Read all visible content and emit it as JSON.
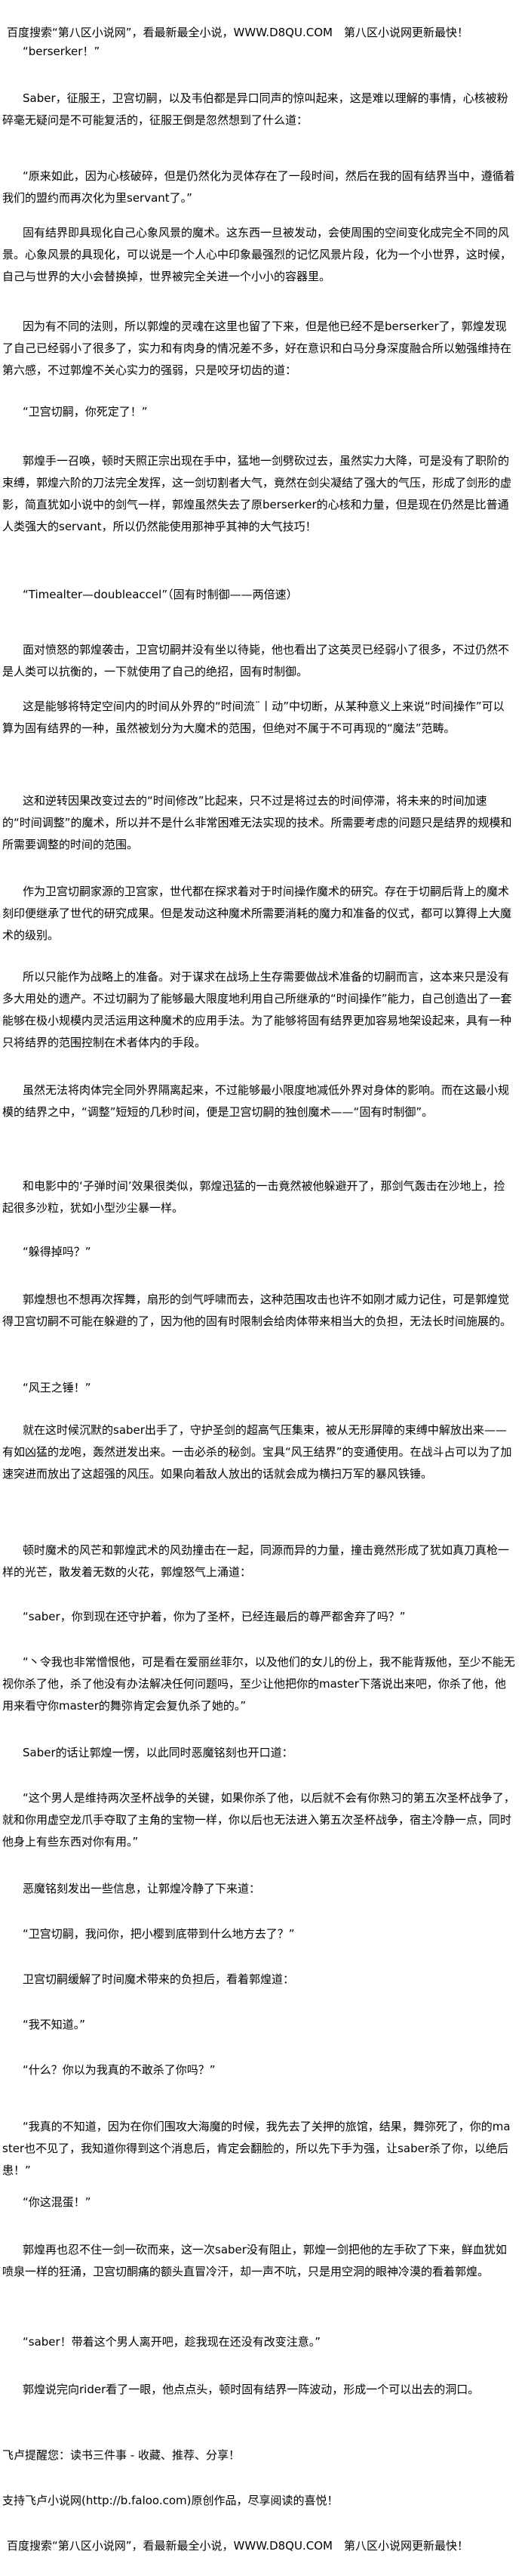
{
  "banner_top": "百度搜索“第八区小说网”，看最新最全小说，WWW.D8QU.COM　第八区小说网更新最快！",
  "paragraphs": [
    "“berserker！”",
    "Saber，征服王，卫宫切嗣，以及韦伯都是异口同声的惊叫起来，这是难以理解的事情，心核被粉碎毫无疑问是不可能复活的，征服王倒是忽然想到了什么道：",
    "“原来如此，因为心核破碎，但是仍然化为灵体存在了一段时间，然后在我的固有结界当中，遵循着我们的盟约而再次化为里servant了。”",
    "固有结界即具现化自己心象风景的魔术。这东西一旦被发动，会使周围的空间变化成完全不同的风景。心象风景的具现化，可以说是一个人心中印象最强烈的记忆风景片段，化为一个小世界，这时候，自己与世界的大小会替换掉，世界被完全关进一个小小的容器里。",
    "因为有不同的法则，所以郭煌的灵魂在这里也留了下来，但是他已经不是berserker了，郭煌发现了自己已经弱小了很多了，实力和有肉身的情况差不多，好在意识和白马分身深度融合所以勉强维持在第六感，不过郭煌不关心实力的强弱，只是咬牙切齿的道：",
    "“卫宫切嗣，你死定了！”",
    "郭煌手一召唤，顿时天照正宗出现在手中，猛地一剑劈砍过去，虽然实力大降，可是没有了职阶的束缚，郭煌六阶的刀法完全发挥，这一剑切割者大气，竟然在剑尖凝结了强大的气压，形成了剑形的虚影，简直犹如小说中的剑气一样，郭煌虽然失去了原berserker的心核和力量，但是现在仍然是比普通人类强大的servant，所以仍然能使用那神乎其神的大气技巧！",
    "“Timealter—doubleaccel”（固有时制御——两倍速）",
    "面对愤怒的郭煌袭击，卫宫切嗣并没有坐以待毙，他也看出了这英灵已经弱小了很多，不过仍然不是人类可以抗衡的，一下就使用了自己的绝招，固有时制御。",
    "这是能够将特定空间内的时间从外界的“时间流¨丨动”中切断，从某种意义上来说“时间操作”可以算为固有结界的一种，虽然被划分为大魔术的范围，但绝对不属于不可再现的“魔法”范畴。",
    "这和逆转因果改变过去的“时间修改”比起来，只不过是将过去的时间停滞，将未来的时间加速的“时间调整”的魔术，所以并不是什么非常困难无法实现的技术。所需要考虑的问题只是结界的规模和所需要调整的时间的范围。",
    "作为卫宫切嗣家源的卫宫家，世代都在探求着对于时间操作魔术的研究。存在于切嗣后背上的魔术刻印便继承了世代的研究成果。但是发动这种魔术所需要消耗的魔力和准备的仪式，都可以算得上大魔术的级别。",
    "所以只能作为战略上的准备。对于谋求在战场上生存需要做战术准备的切嗣而言，这本来只是没有多大用处的遗产。不过切嗣为了能够最大限度地利用自己所继承的“时间操作”能力，自己创造出了一套能够在极小规模内灵活运用这种魔术的应用手法。为了能够将固有结界更加容易地架设起来，具有一种只将结界的范围控制在术者体内的手段。",
    "虽然无法将肉体完全同外界隔离起来，不过能够最小限度地减低外界对身体的影响。而在这最小规模的结界之中，“调整”短短的几秒时间，便是卫宫切嗣的独创魔术——“固有时制御”。",
    "和电影中的‘子弹时间’效果很类似，郭煌迅猛的一击竟然被他躲避开了，那剑气轰击在沙地上，捡起很多沙粒，犹如小型沙尘暴一样。",
    "“躲得掉吗？”",
    "郭煌想也不想再次挥舞，扇形的剑气呼啸而去，这种范围攻击也许不如刚才威力记住，可是郭煌觉得卫宫切嗣不可能在躲避的了，因为他的固有时限制会给肉体带来相当大的负担，无法长时间施展的。",
    "“风王之锤！”",
    "就在这时候沉默的saber出手了，守护圣剑的超高气压集束，被从无形屏障的束缚中解放出来——有如凶猛的龙咆，轰然迸发出来。一击必杀的秘剑。宝具“风王结界”的变通使用。在战斗占可以为了加速突进而放出了这超强的风压。如果向着敌人放出的话就会成为横扫万军的暴风铁锤。",
    "顿时魔术的风芒和郭煌武术的风劲撞击在一起，同源而异的力量，撞击竟然形成了犹如真刀真枪一样的光芒，散发着无数的火花，郭煌怒气上涌道：",
    "“saber，你到现在还守护着，你为了圣杯，已经连最后的尊严都舍弃了吗？”",
    "“丶令我也非常憎恨他，可是看在爱丽丝菲尔，以及他们的女儿的份上，我不能背叛他，至少不能无视你杀了他，杀了他没有办法解决任何问题吗，至少让他把你的master下落说出来吧，你杀了他，他用来看守你master的舞弥肯定会复仇杀了她的。”",
    "Saber的话让郭煌一愣，以此同时恶魔铭刻也开口道：",
    "“这个男人是维持两次圣杯战争的关键，如果你杀了他，以后就不会有你熟习的第五次圣杯战争了，就和你用虚空龙爪手夺取了主角的宝物一样，你以后也无法进入第五次圣杯战争，宿主冷静一点，同时他身上有些东西对你有用。”",
    "恶魔铭刻发出一些信息，让郭煌冷静了下来道：",
    "“卫宫切嗣，我问你，把小樱到底带到什么地方去了？”",
    "卫宫切嗣缓解了时间魔术带来的负担后，看着郭煌道：",
    "“我不知道。”",
    "“什么？你以为我真的不敢杀了你吗？”",
    "“我真的不知道，因为在你们围攻大海魔的时候，我先去了关押的旅馆，结果，舞弥死了，你的master也不见了，我知道你得到这个消息后，肯定会翻脸的，所以先下手为强，让saber杀了你，以绝后患！”",
    "“你这混蛋！”",
    "郭煌再也忍不住一剑一砍而来，这一次saber没有阻止，郭煌一剑把他的左手砍了下来，鲜血犹如喷泉一样的狂涌，卫宫切酮痛的额头直冒冷汗，却一声不吭，只是用空洞的眼神冷漠的看着郭煌。",
    "“saber！带着这个男人离开吧，趁我现在还没有改变注意。”",
    "郭煌说完向rider看了一眼，他点点头，顿时固有结界一阵波动，形成一个可以出去的洞口。"
  ],
  "footer": {
    "reminder": "飞卢提醒您：读书三件事 - 收藏、推荐、分享！",
    "support": "支持飞卢小说网(http://b.faloo.com)原创作品，尽享阅读的喜悦！",
    "banner_bottom": "百度搜索“第八区小说网”，看最新最全小说，WWW.D8QU.COM　第八区小说网更新最快！"
  }
}
